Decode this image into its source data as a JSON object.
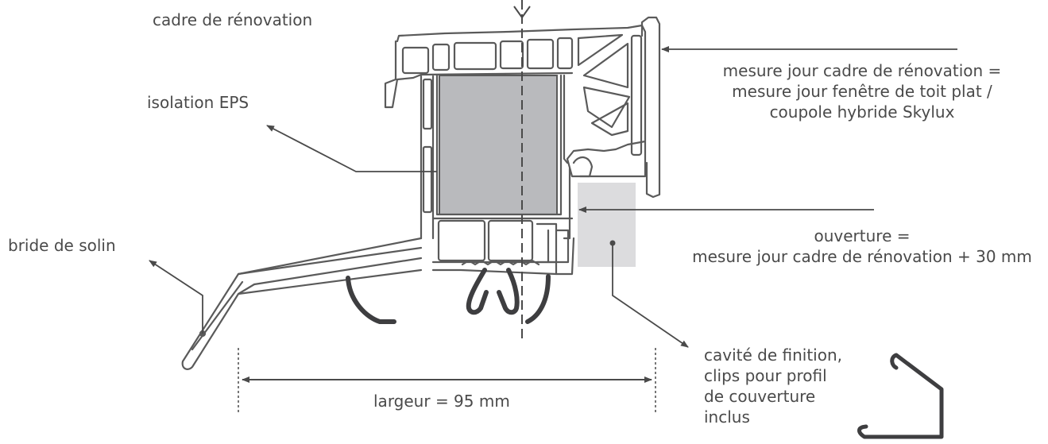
{
  "labels": {
    "renovation_frame": "cadre de rénovation",
    "eps_insulation": "isolation EPS",
    "flashing_flange": "bride de solin",
    "clear_size_lines": [
      "mesure jour cadre de rénovation =",
      "mesure jour fenêtre de toit plat /",
      "coupole hybride Skylux"
    ],
    "opening_lines": [
      "ouverture =",
      "mesure jour cadre de rénovation + 30 mm"
    ],
    "finishing_cavity_lines": [
      "cavité de finition,",
      "clips pour profil",
      "de couverture",
      "inclus"
    ],
    "width_dimension": "largeur = 95 mm"
  },
  "colors": {
    "profile_stroke": "#5a5a5a",
    "insulation_fill": "#b9babd",
    "opening_fill": "#dcdcde",
    "gasket": "#3e3e40",
    "text": "#4a4a4a"
  }
}
